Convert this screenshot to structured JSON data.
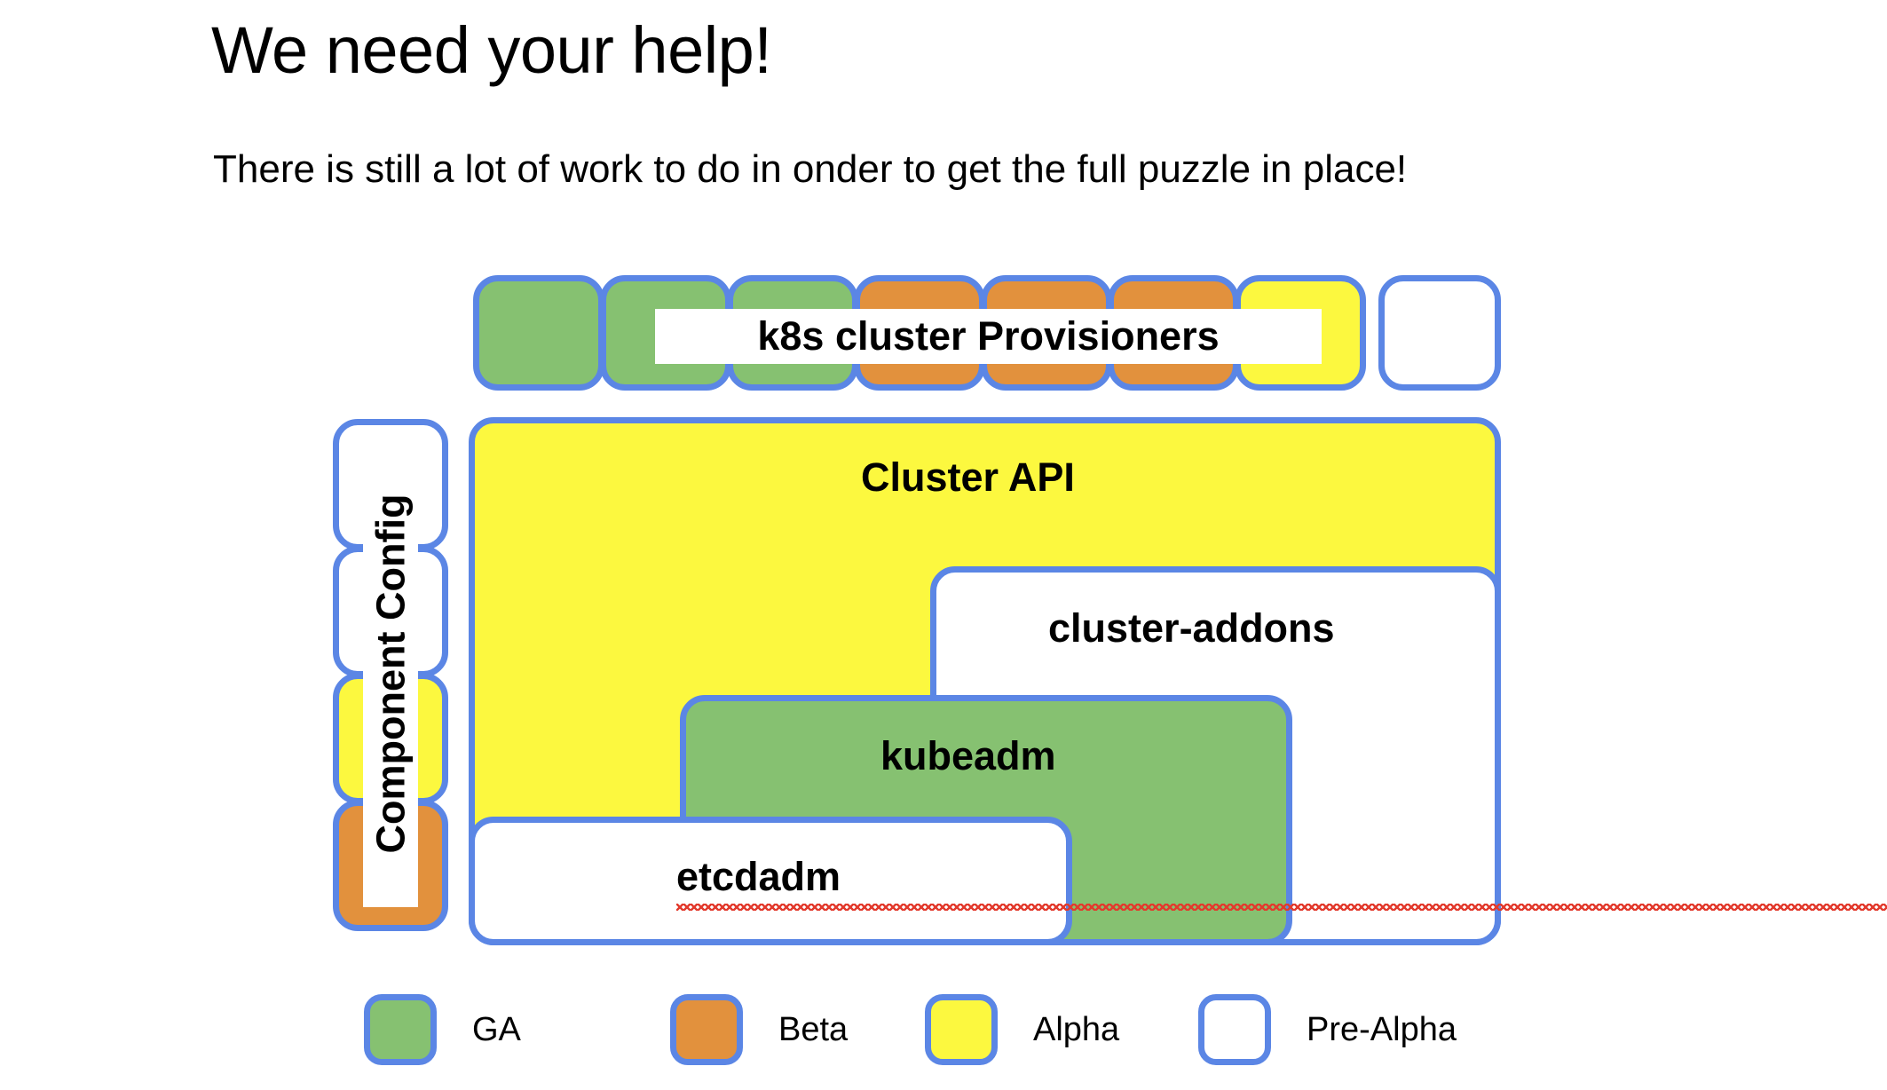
{
  "slide": {
    "title": "We need your help!",
    "subtitle": "There is still a lot of work to do in onder to get the full puzzle in place!"
  },
  "colors": {
    "border": "#5b86e5",
    "ga": "#86c171",
    "beta": "#e2913d",
    "alpha": "#fcf83f",
    "pre_alpha": "#ffffff",
    "spellcheck": "#e23b2e"
  },
  "provisioners": {
    "label": "k8s cluster Provisioners",
    "tiles": [
      {
        "status": "GA"
      },
      {
        "status": "GA"
      },
      {
        "status": "GA"
      },
      {
        "status": "Beta"
      },
      {
        "status": "Beta"
      },
      {
        "status": "Beta"
      },
      {
        "status": "Alpha"
      },
      {
        "status": "Pre-Alpha"
      }
    ]
  },
  "component_config": {
    "label": "Component Config",
    "tiles": [
      {
        "status": "Pre-Alpha"
      },
      {
        "status": "Pre-Alpha"
      },
      {
        "status": "Alpha"
      },
      {
        "status": "Beta"
      }
    ]
  },
  "stack": {
    "cluster_api": {
      "label": "Cluster API",
      "status": "Alpha"
    },
    "cluster_addons": {
      "label": "cluster-addons",
      "status": "Pre-Alpha"
    },
    "kubeadm": {
      "label": "kubeadm",
      "status": "GA"
    },
    "etcdadm": {
      "label": "etcdadm",
      "status": "Pre-Alpha",
      "misspelled": true
    }
  },
  "legend": {
    "items": [
      {
        "label": "GA",
        "status": "GA"
      },
      {
        "label": "Beta",
        "status": "Beta"
      },
      {
        "label": "Alpha",
        "status": "Alpha"
      },
      {
        "label": "Pre-Alpha",
        "status": "Pre-Alpha"
      }
    ]
  }
}
